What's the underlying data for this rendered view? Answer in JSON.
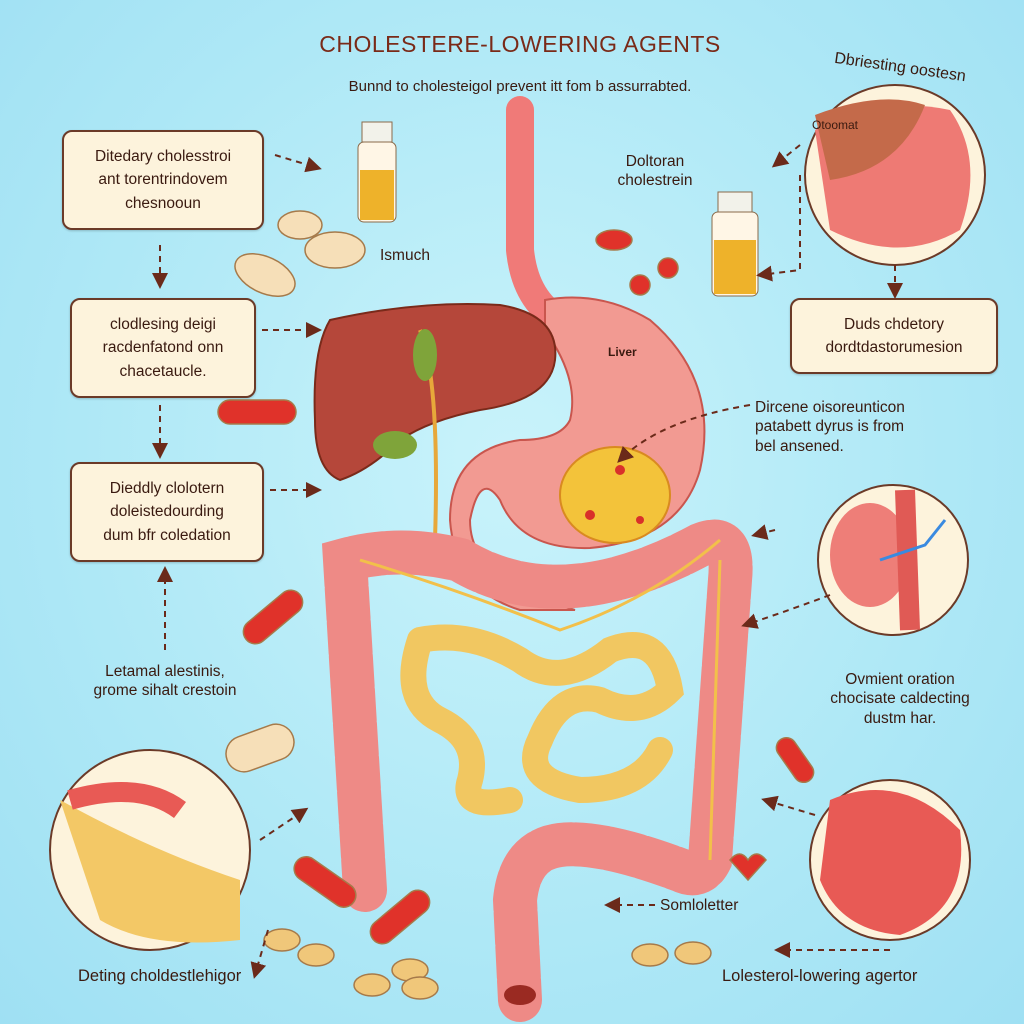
{
  "title": "CHOLESTERE-LOWERING AGENTS",
  "subtitle": "Bunnd to cholesteigol prevent itt fom b assurrabted.",
  "boxes": [
    {
      "lines": [
        "Ditedary cholesstroi",
        "ant torentrindovem",
        "chesnooun"
      ]
    },
    {
      "lines": [
        "clodlesing deigi",
        "racdenfatond onn",
        "chacetaucle."
      ]
    },
    {
      "lines": [
        "Dieddly clolotern",
        "doleistedourding",
        "dum bfr coledation"
      ]
    },
    {
      "lines": [
        "Duds chdetory",
        "dordtdastorumesion"
      ]
    }
  ],
  "labels": {
    "top_right_circle": "Dbriesting oostesn",
    "circle_inner": "Otoomat",
    "bottle_label": [
      "Doltoran",
      "cholestrein"
    ],
    "pill_label": "Ismuch",
    "stomach_label": "Liver",
    "stomach_callout": [
      "Dircene oisoreunticon",
      "patabett dyrus is from",
      "bel ansened."
    ],
    "left_mid": [
      "Letamal alestinis,",
      "grome sihalt crestoin"
    ],
    "right_mid": [
      "Ovmient oration",
      "chocisate caldecting",
      "dustm har."
    ],
    "rectum_label": "Somloletter",
    "bottom_left": "Deting choldestlehigor",
    "bottom_right": "Lolesterol-lowering agertor"
  },
  "colors": {
    "accent": "#7a2a18",
    "box_bg": "#fdf3dc",
    "organ": "#f08a84",
    "liver": "#b5473a",
    "pill_red": "#e0322a"
  }
}
